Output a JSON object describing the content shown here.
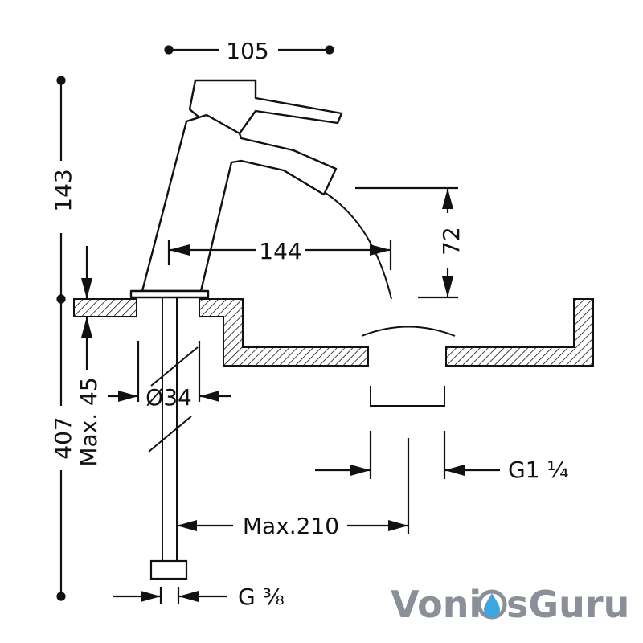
{
  "dimensions": {
    "top_width": "105",
    "spout_height": "143",
    "spout_reach": "144",
    "flow_height": "72",
    "deck_thickness": "Max. 45",
    "total_height": "407",
    "hole_diameter": "Ø34",
    "drain_thread": "G1 ¼",
    "hose_distance": "Max.210",
    "hose_thread": "G ⅜"
  },
  "logo": {
    "text_before": "Voni",
    "text_after": "sGuru",
    "drop_icon": "water-drop-icon",
    "color": "#8a8f98",
    "drop_color": "#3da6e0"
  }
}
